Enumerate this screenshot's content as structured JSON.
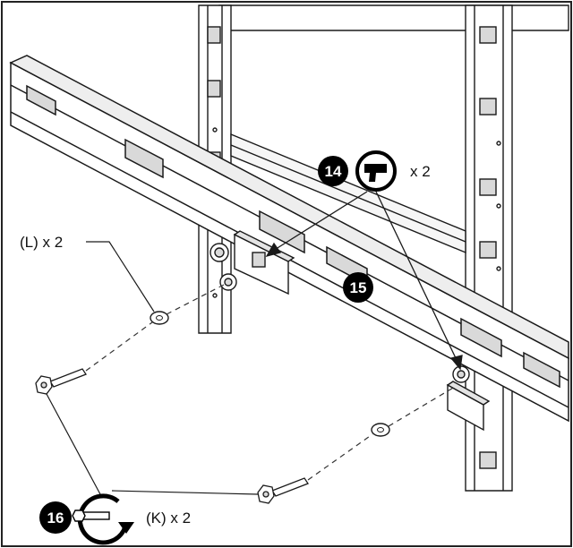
{
  "diagram": {
    "callouts": [
      {
        "step": "14",
        "qty_label": "x 2",
        "icon": "drill-icon"
      },
      {
        "step": "15"
      },
      {
        "step": "16",
        "qty_label": "(K) x 2",
        "icon": "tighten-bolt-icon"
      }
    ],
    "part_labels": [
      {
        "text": "(L) x 2",
        "part": "washer"
      }
    ],
    "colors": {
      "line": "#1a1a1a",
      "fill": "#ffffff",
      "shade": "#d9d9d9",
      "badge": "#000000"
    }
  }
}
